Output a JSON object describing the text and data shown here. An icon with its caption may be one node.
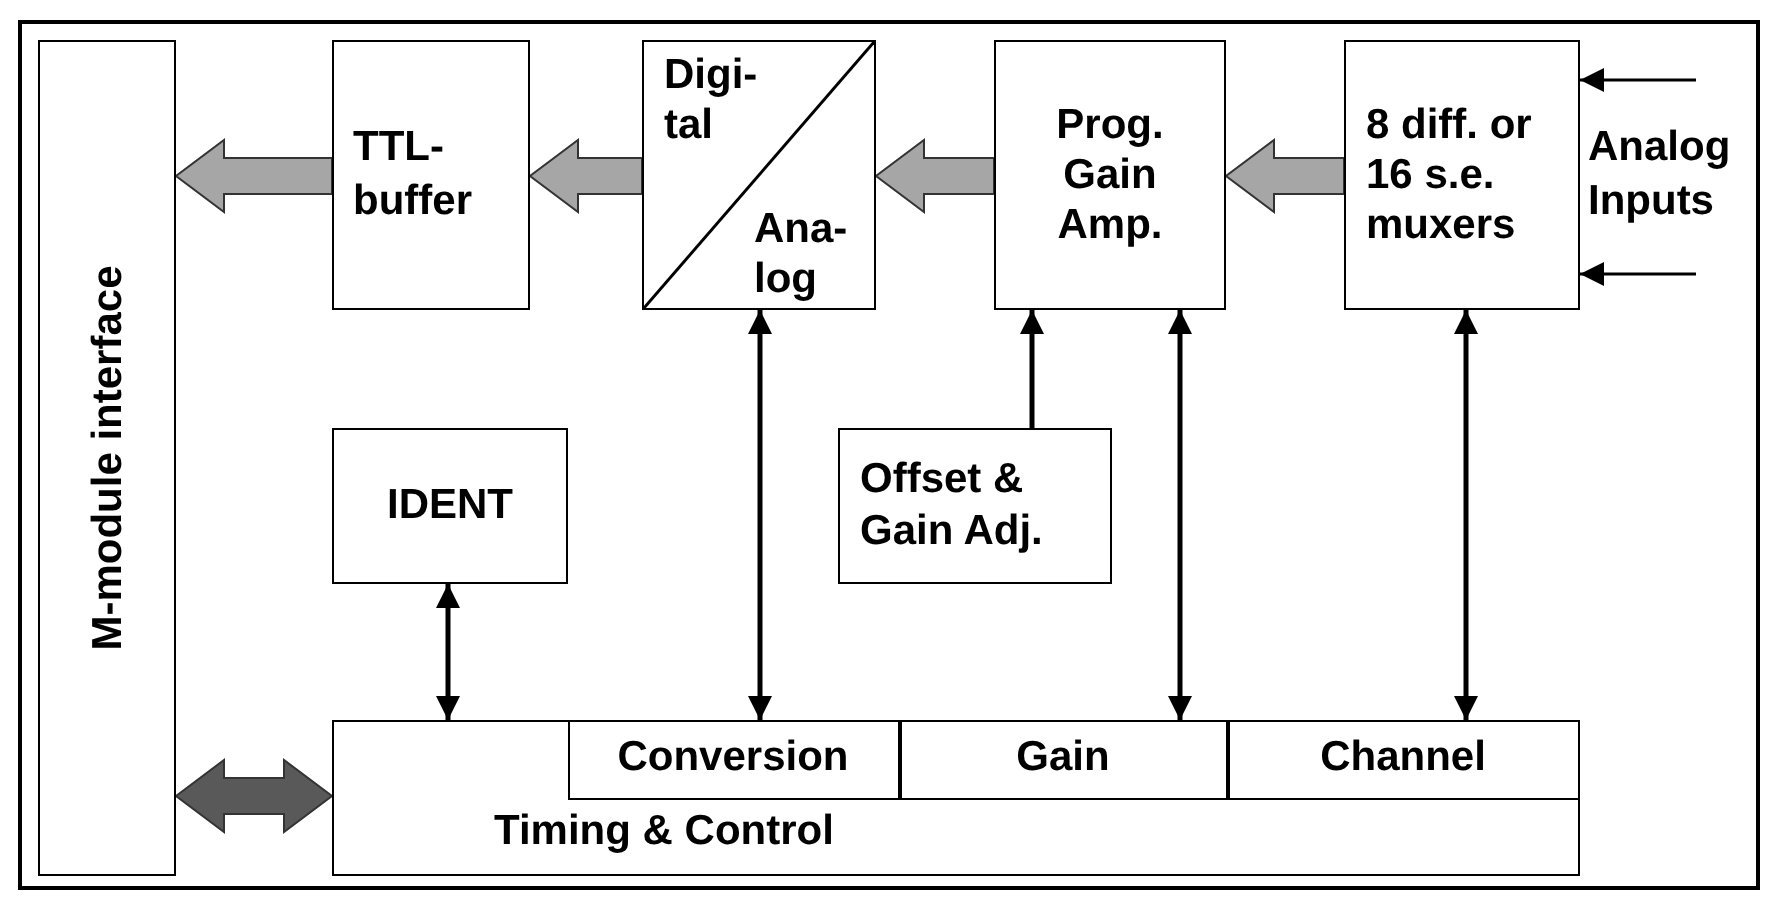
{
  "diagram": {
    "nodes": [
      {
        "text": [
          "M-module interface"
        ]
      },
      {
        "text": [
          "TTL- buffer"
        ]
      },
      {
        "text": [
          "Digi- tal",
          "Ana- log"
        ]
      },
      {
        "text": [
          "Prog. Gain Amp."
        ]
      },
      {
        "text": [
          "8 diff. or 16 s.e. muxers"
        ]
      },
      {
        "text": [
          "IDENT"
        ]
      },
      {
        "text": [
          "Offset & Gain Adj."
        ]
      },
      {
        "text": [
          "Timing & Control"
        ]
      },
      {
        "text": [
          "Conversion"
        ],
        "in": 7
      },
      {
        "text": [
          "Gain"
        ],
        "in": 7
      },
      {
        "text": [
          "Channel"
        ],
        "in": 7
      }
    ],
    "edges": [
      {
        "from": 1,
        "to": 0,
        "arrow": "to",
        "style": "thick",
        "color": "#a6a6a6"
      },
      {
        "from": 2,
        "to": 1,
        "arrow": "to",
        "style": "thick",
        "color": "#a6a6a6"
      },
      {
        "from": 3,
        "to": 2,
        "arrow": "to",
        "style": "thick",
        "color": "#a6a6a6"
      },
      {
        "from": 4,
        "to": 3,
        "arrow": "to",
        "style": "thick",
        "color": "#a6a6a6"
      },
      {
        "from": null,
        "to": 4,
        "arrow": "to"
      },
      {
        "from": null,
        "to": 4,
        "arrow": "to"
      },
      {
        "from": 5,
        "to": 7,
        "arrow": "both"
      },
      {
        "from": 8,
        "to": 2,
        "arrow": "both"
      },
      {
        "from": 6,
        "to": 3,
        "arrow": "to"
      },
      {
        "from": 9,
        "to": 3,
        "arrow": "both"
      },
      {
        "from": 10,
        "to": 4,
        "arrow": "both"
      },
      {
        "from": 0,
        "to": 7,
        "arrow": "both",
        "style": "thick",
        "color": "#595959"
      }
    ],
    "labels": [
      "Analog Inputs"
    ]
  }
}
